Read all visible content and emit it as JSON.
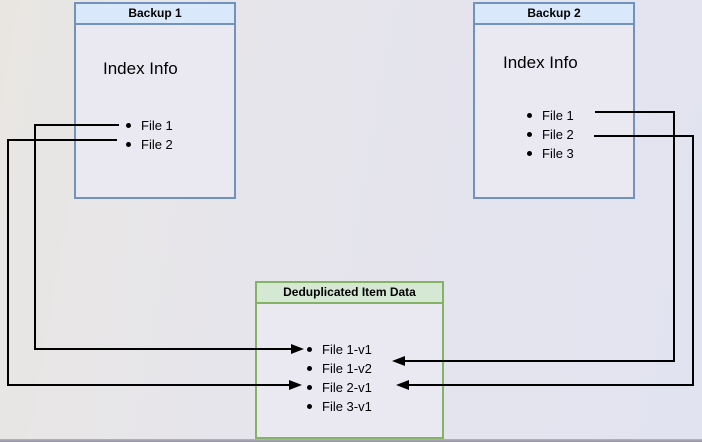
{
  "diagram": {
    "nodes": {
      "backup1": {
        "title": "Backup 1",
        "subtitle": "Index Info",
        "items": [
          "File 1",
          "File 2"
        ]
      },
      "backup2": {
        "title": "Backup 2",
        "subtitle": "Index Info",
        "items": [
          "File 1",
          "File 2",
          "File 3"
        ]
      },
      "dedup": {
        "title": "Deduplicated Item Data",
        "items": [
          "File 1-v1",
          "File 1-v2",
          "File 2-v1",
          "File 3-v1"
        ]
      }
    },
    "edges": [
      {
        "from": "Backup 1 / File 1",
        "to": "Deduplicated Item Data / File 1-v1"
      },
      {
        "from": "Backup 1 / File 2",
        "to": "Deduplicated Item Data / File 2-v1"
      },
      {
        "from": "Backup 2 / File 1",
        "to": "Deduplicated Item Data / File 1-v2"
      },
      {
        "from": "Backup 2 / File 2",
        "to": "Deduplicated Item Data / File 2-v1"
      }
    ],
    "colors": {
      "blue_node_border": "#7191bf",
      "blue_node_header_fill": "#dae8fc",
      "green_node_border": "#84b366",
      "green_node_header_fill": "#d5e8d4",
      "node_body_fill": "#eae9f2",
      "connector": "#000000",
      "background_left": "#e9e6e2",
      "background_right": "#e2e3f0"
    }
  }
}
